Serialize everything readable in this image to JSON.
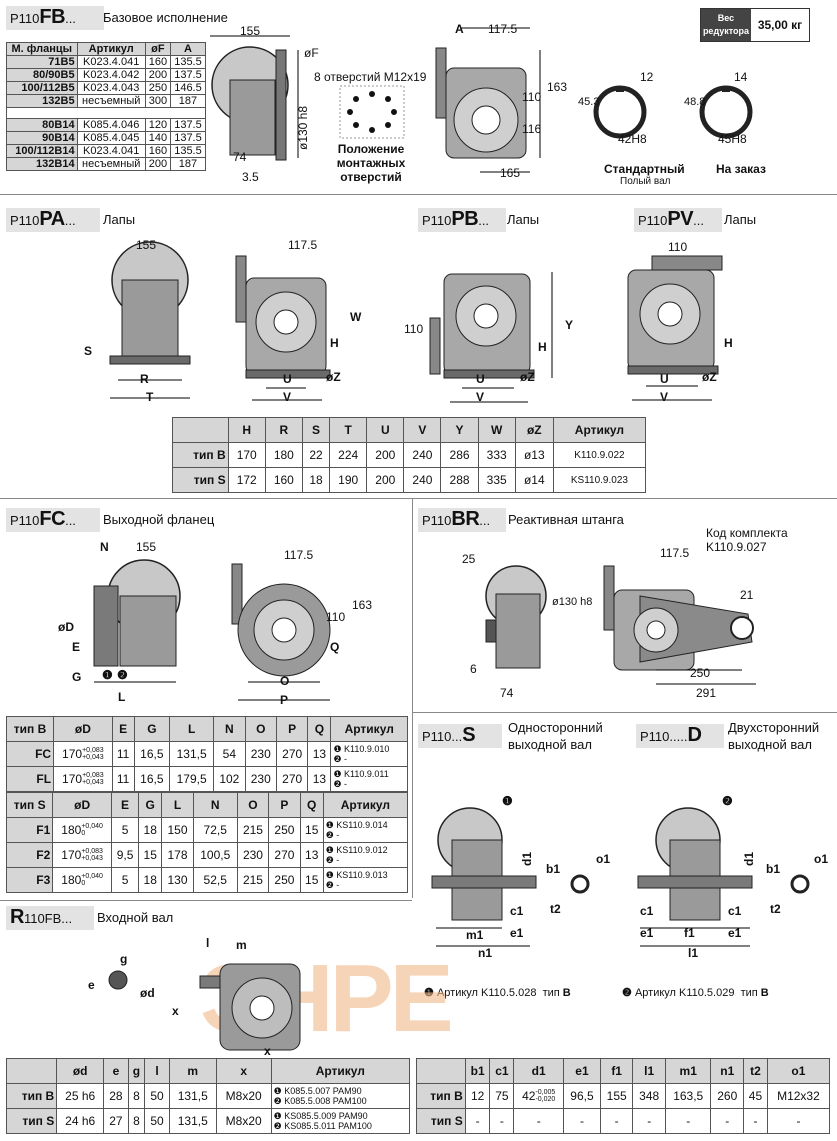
{
  "fb": {
    "prefix": "P110",
    "code": "FB",
    "suffix": "...",
    "desc": "Базовое исполнение",
    "weight_label": "Вес редуктора",
    "weight_value": "35,00 кг",
    "flange_table": {
      "headers": [
        "М. фланцы",
        "Артикул",
        "øF",
        "A"
      ],
      "rows_b5": [
        [
          "71B5",
          "K023.4.041",
          "160",
          "135.5"
        ],
        [
          "80/90B5",
          "K023.4.042",
          "200",
          "137.5"
        ],
        [
          "100/112B5",
          "K023.4.043",
          "250",
          "146.5"
        ],
        [
          "132B5",
          "несъемный",
          "300",
          "187"
        ]
      ],
      "rows_b14": [
        [
          "80B14",
          "K085.4.046",
          "120",
          "137.5"
        ],
        [
          "90B14",
          "K085.4.045",
          "140",
          "137.5"
        ],
        [
          "100/112B14",
          "K023.4.041",
          "160",
          "135.5"
        ],
        [
          "132B14",
          "несъемный",
          "200",
          "187"
        ]
      ]
    },
    "dims": {
      "d155": "155",
      "dF": "øF",
      "d130": "ø130 h8",
      "d74": "74",
      "d35": "3.5",
      "dA": "A",
      "d1175": "117.5",
      "d163": "163",
      "d110": "110",
      "d116": "116",
      "d165": "165"
    },
    "holes_label": "8 отверстий M12x19",
    "holes_caption": "Положение монтажных отверстий",
    "shaft_std": {
      "d12": "12",
      "d453": "45.3",
      "d42": "42H8",
      "caption": "Стандартный",
      "sub": "Полый вал"
    },
    "shaft_order": {
      "d14": "14",
      "d488": "48.8",
      "d45": "45H8",
      "caption": "На заказ"
    }
  },
  "pa": {
    "prefix": "P110",
    "code": "PA",
    "suffix": "...",
    "desc": "Лапы",
    "d155": "155",
    "d1175": "117.5",
    "S": "S",
    "R": "R",
    "T": "T",
    "H": "H",
    "W": "W",
    "U": "U",
    "V": "V",
    "Z": "øZ"
  },
  "pb": {
    "prefix": "P110",
    "code": "PB",
    "suffix": "...",
    "desc": "Лапы",
    "d110": "110",
    "Y": "Y",
    "H": "H",
    "U": "U",
    "V": "V",
    "Z": "øZ"
  },
  "pv": {
    "prefix": "P110",
    "code": "PV",
    "suffix": "...",
    "desc": "Лапы",
    "d110": "110",
    "H": "H",
    "U": "U",
    "V": "V",
    "Z": "øZ"
  },
  "feet_table": {
    "headers": [
      "",
      "H",
      "R",
      "S",
      "T",
      "U",
      "V",
      "Y",
      "W",
      "øZ",
      "Артикул"
    ],
    "rows": [
      [
        "тип B",
        "170",
        "180",
        "22",
        "224",
        "200",
        "240",
        "286",
        "333",
        "ø13",
        "K110.9.022"
      ],
      [
        "тип S",
        "172",
        "160",
        "18",
        "190",
        "200",
        "240",
        "288",
        "335",
        "ø14",
        "KS110.9.023"
      ]
    ]
  },
  "fc": {
    "prefix": "P110",
    "code": "FC",
    "suffix": "...",
    "desc": "Выходной фланец",
    "N": "N",
    "d155": "155",
    "d1175": "117.5",
    "d163": "163",
    "d110": "110",
    "D": "øD",
    "E": "E",
    "G": "G",
    "L": "L",
    "O": "O",
    "P": "P",
    "Q": "Q"
  },
  "fc_table_b": {
    "headers": [
      "тип B",
      "øD",
      "E",
      "G",
      "L",
      "N",
      "O",
      "P",
      "Q",
      "Артикул"
    ],
    "rows": [
      {
        "name": "FC",
        "d": "170",
        "tol": "+0,083 +0,043",
        "cells": [
          "11",
          "16,5",
          "131,5",
          "54",
          "230",
          "270",
          "13"
        ],
        "art1": "K110.9.010",
        "art2": "-"
      },
      {
        "name": "FL",
        "d": "170",
        "tol": "+0,083 +0,043",
        "cells": [
          "11",
          "16,5",
          "179,5",
          "102",
          "230",
          "270",
          "13"
        ],
        "art1": "K110.9.011",
        "art2": "-"
      }
    ]
  },
  "fc_table_s": {
    "headers": [
      "тип S",
      "øD",
      "E",
      "G",
      "L",
      "N",
      "O",
      "P",
      "Q",
      "Артикул"
    ],
    "rows": [
      {
        "name": "F1",
        "d": "180",
        "tol": "+0,040 0",
        "cells": [
          "5",
          "18",
          "150",
          "72,5",
          "215",
          "250",
          "15"
        ],
        "art1": "KS110.9.014",
        "art2": "-"
      },
      {
        "name": "F2",
        "d": "170",
        "tol": "+0,083 +0,043",
        "cells": [
          "9,5",
          "15",
          "178",
          "100,5",
          "230",
          "270",
          "13"
        ],
        "art1": "KS110.9.012",
        "art2": "-"
      },
      {
        "name": "F3",
        "d": "180",
        "tol": "+0,040 0",
        "cells": [
          "5",
          "18",
          "130",
          "52,5",
          "215",
          "250",
          "15"
        ],
        "art1": "KS110.9.013",
        "art2": "-"
      }
    ]
  },
  "br": {
    "prefix": "P110",
    "code": "BR",
    "suffix": "...",
    "desc": "Реактивная штанга",
    "kit_label": "Код комплекта",
    "kit_code": "K110.9.027",
    "d25": "25",
    "d130": "ø130 h8",
    "d6": "6",
    "d74": "74",
    "d1175": "117.5",
    "d21": "21",
    "d250": "250",
    "d291": "291"
  },
  "s": {
    "prefix": "P110...",
    "code": "S",
    "desc1": "Односторонний",
    "desc2": "выходной вал"
  },
  "d": {
    "prefix": "P110.....",
    "code": "D",
    "desc1": "Двухсторонний",
    "desc2": "выходной вал"
  },
  "shaft_dims": {
    "d1": "d1",
    "b1": "b1",
    "o1": "o1",
    "t2": "t2",
    "c1": "c1",
    "e1": "e1",
    "m1": "m1",
    "n1": "n1",
    "f1": "f1",
    "l1": "l1"
  },
  "shaft_legend": {
    "a1": "Артикул K110.5.028",
    "t1": "тип",
    "b1": "B",
    "a2": "Артикул K110.5.029",
    "t2": "тип",
    "b2": "B"
  },
  "shaft_table": {
    "headers": [
      "",
      "b1",
      "c1",
      "d1",
      "e1",
      "f1",
      "l1",
      "m1",
      "n1",
      "t2",
      "o1"
    ],
    "row_b": [
      "тип B",
      "12",
      "75",
      "42",
      "96,5",
      "155",
      "348",
      "163,5",
      "260",
      "45",
      "M12x32"
    ],
    "d1_tol": "-0,005 -0,020",
    "row_s": [
      "тип S",
      "-",
      "-",
      "-",
      "-",
      "-",
      "-",
      "-",
      "-",
      "-",
      "-"
    ]
  },
  "r": {
    "code": "R",
    "prefix": "110FB...",
    "desc": "Входной вал",
    "l": "l",
    "m": "m",
    "g": "g",
    "e": "e",
    "d": "ød",
    "x": "x",
    "watermark": "ЭНРЕ"
  },
  "input_table": {
    "headers": [
      "",
      "ød",
      "e",
      "g",
      "l",
      "m",
      "x",
      "Артикул"
    ],
    "rows": [
      {
        "cells": [
          "тип B",
          "25 h6",
          "28",
          "8",
          "50",
          "131,5",
          "M8x20"
        ],
        "a1": "K085.5.007 PAM90",
        "a2": "K085.5.008 PAM100"
      },
      {
        "cells": [
          "тип S",
          "24 h6",
          "27",
          "8",
          "50",
          "131,5",
          "M8x20"
        ],
        "a1": "KS085.5.009 PAM90",
        "a2": "KS085.5.011 PAM100"
      }
    ]
  },
  "colors": {
    "header_bg": "#e3e3e3",
    "table_head": "#d6d6d6",
    "ink": "#111111",
    "body_gray": "#8a8a8a",
    "dark_gray": "#5a5a5a",
    "watermark": "#f1b98a"
  }
}
